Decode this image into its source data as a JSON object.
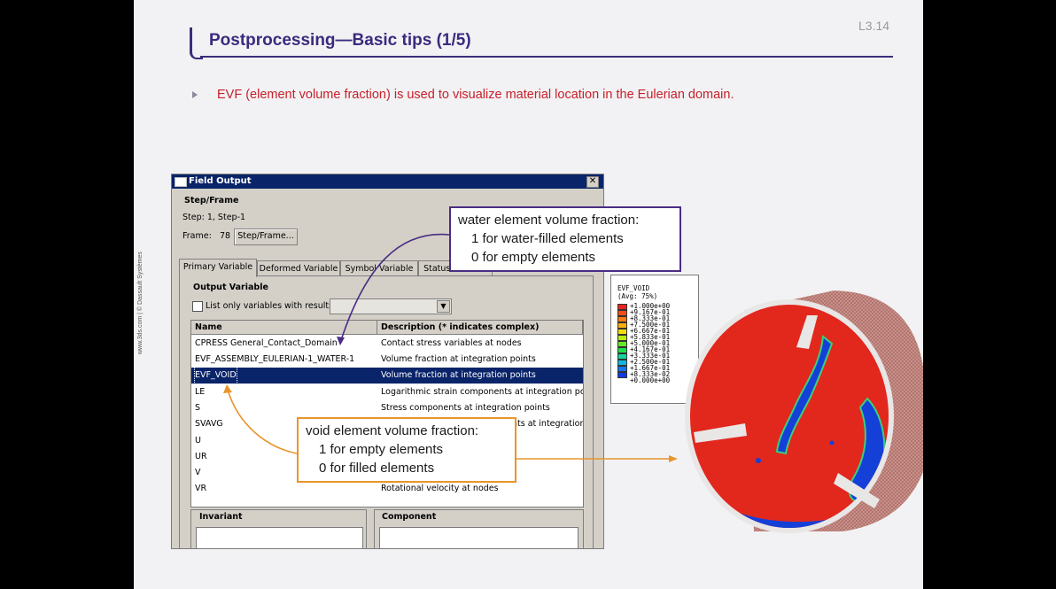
{
  "slide": {
    "number": "L3.14",
    "title": "Postprocessing—Basic tips (1/5)",
    "bullet": "EVF (element volume fraction) is used to visualize material location in the Eulerian domain.",
    "side_credit": "www.3ds.com | © Dassault Systèmes"
  },
  "dialog": {
    "title": "Field Output",
    "close_glyph": "✕",
    "step_frame_heading": "Step/Frame",
    "step_text": "Step:  1, Step-1",
    "frame_label": "Frame:",
    "frame_value": "78",
    "step_frame_button": "Step/Frame...",
    "tabs": [
      "Primary Variable",
      "Deformed Variable",
      "Symbol Variable",
      "Status Variable"
    ],
    "output_variable_heading": "Output Variable",
    "list_only_label": "List only variables with results:",
    "columns": [
      "Name",
      "Description (* indicates complex)"
    ],
    "rows": [
      {
        "name": "CPRESS  General_Contact_Domain",
        "desc": "Contact stress variables at nodes"
      },
      {
        "name": "EVF_ASSEMBLY_EULERIAN-1_WATER-1",
        "desc": "Volume fraction at integration points"
      },
      {
        "name": "EVF_VOID",
        "desc": "Volume fraction at integration points"
      },
      {
        "name": "LE",
        "desc": "Logarithmic strain components at integration points"
      },
      {
        "name": "S",
        "desc": "Stress components at integration points"
      },
      {
        "name": "SVAVG",
        "desc": "nts at integration"
      },
      {
        "name": "U",
        "desc": ""
      },
      {
        "name": "UR",
        "desc": ""
      },
      {
        "name": "V",
        "desc": ""
      },
      {
        "name": "VR",
        "desc": "Rotational velocity at nodes"
      }
    ],
    "invariant_heading": "Invariant",
    "component_heading": "Component"
  },
  "callouts": {
    "water": {
      "line1": "water element  volume  fraction:",
      "line2": "1 for water-filled elements",
      "line3": "0 for empty elements"
    },
    "void": {
      "line1": "void element  volume  fraction:",
      "line2": "1 for empty elements",
      "line3": "0 for filled elements"
    }
  },
  "legend": {
    "title": "EVF_VOID",
    "subtitle": "(Avg: 75%)",
    "entries": [
      {
        "value": "+1.000e+00",
        "color": "#e8251c"
      },
      {
        "value": "+9.167e-01",
        "color": "#f24e16"
      },
      {
        "value": "+8.333e-01",
        "color": "#fa7d10"
      },
      {
        "value": "+7.500e-01",
        "color": "#fcae0c"
      },
      {
        "value": "+6.667e-01",
        "color": "#f0dc0a"
      },
      {
        "value": "+5.833e-01",
        "color": "#b8ec10"
      },
      {
        "value": "+5.000e-01",
        "color": "#62ea20"
      },
      {
        "value": "+4.167e-01",
        "color": "#1ce24a"
      },
      {
        "value": "+3.333e-01",
        "color": "#10d6a0"
      },
      {
        "value": "+2.500e-01",
        "color": "#12b8dc"
      },
      {
        "value": "+1.667e-01",
        "color": "#1478ec"
      },
      {
        "value": "+8.333e-02",
        "color": "#143ae6"
      },
      {
        "value": "+0.000e+00",
        "color": ""
      }
    ]
  },
  "colors": {
    "title": "#3b2a7e",
    "bullet_text": "#c8202a",
    "water_callout_border": "#4a2d84",
    "void_callout_border": "#e8952b",
    "model_fill": "#e8251c",
    "void_region": "#1440d8"
  }
}
